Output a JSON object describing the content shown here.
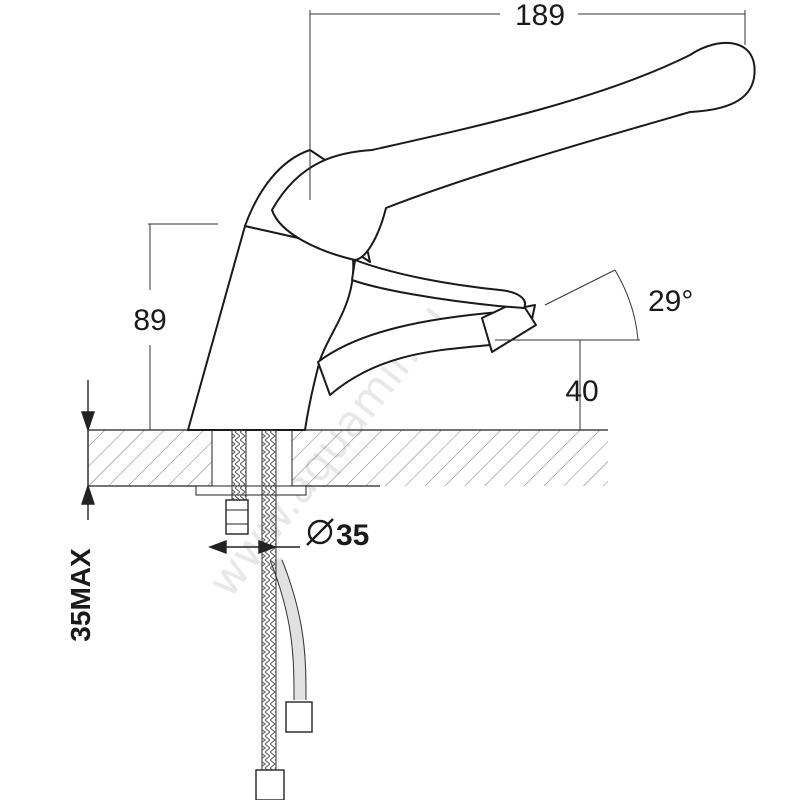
{
  "dimensions": {
    "width": "189",
    "body_height": "89",
    "spout_height": "40",
    "handle_angle": "29°",
    "hole_diameter": "35",
    "max_deck_thickness": "35MAX"
  },
  "watermark": "www.aquamir.ru"
}
